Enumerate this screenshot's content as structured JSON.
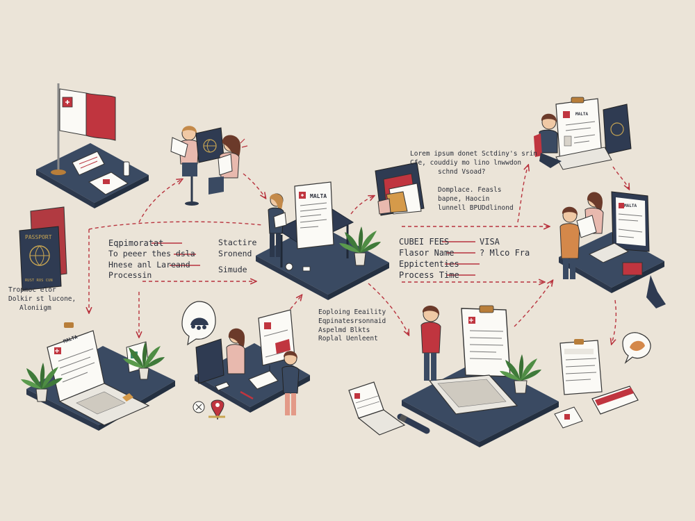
{
  "flag_texts": {
    "malta": "MALTA",
    "passport_top": "PASSPORT",
    "passport_bottom": "RUST ROS CUN"
  },
  "notes": {
    "top_center": [
      "Lorem ipsum donet Sctdiny's srin",
      "Cfe, couddiy mo lino lnwwdon",
      "schnd Vsoad?"
    ],
    "top_right": [
      "Domplace. Feasls",
      "bapne, Haocin",
      "lunnell BPUDdlinond"
    ],
    "left_block": {
      "title": "Eqpimoratat",
      "lines": [
        "To peeer thes dsla",
        "Hnese anl Lareand",
        "Processin"
      ],
      "side": [
        "Stactire",
        "Sronend",
        "Simude"
      ]
    },
    "right_block": {
      "rows": [
        {
          "label": "CUBEI FEES",
          "value": "VISA"
        },
        {
          "label": "Flasor Name",
          "value": "? Mlco Fra"
        },
        {
          "label": "Eppictenties",
          "value": ""
        },
        {
          "label": "Process Time",
          "value": ""
        }
      ]
    },
    "passport_caption": [
      "Tropmoc elor",
      "Dolkir st lucone,",
      "Aloniigm"
    ],
    "center_caption": [
      "Eoploing Eeaility",
      "Eqpinatesrsonnaid",
      "Aspelmd Blkts",
      "Roplal Uenleent"
    ]
  },
  "colors": {
    "platform": "#3a4a62",
    "platform_dark": "#2c384c",
    "accent_red": "#c0353f",
    "arrow": "#b8323d",
    "paper": "#fbfaf6",
    "background": "#ebe4d8"
  },
  "icons": [
    "malta-flag-icon",
    "passport-icon",
    "plant-icon",
    "laptop-icon",
    "document-icon",
    "globe-icon",
    "speech-bubble-icon",
    "clipboard-icon"
  ]
}
